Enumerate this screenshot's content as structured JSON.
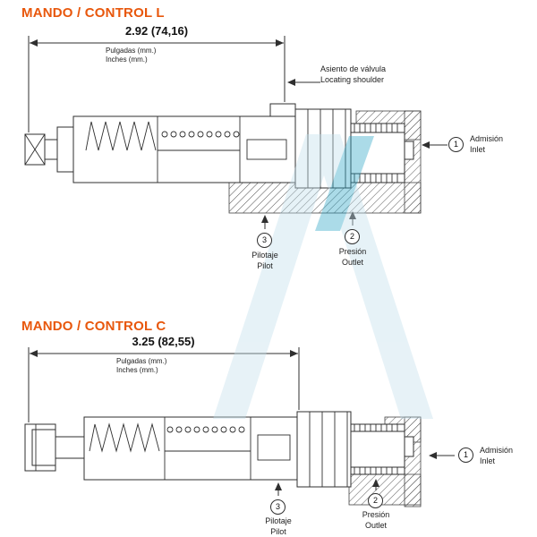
{
  "colors": {
    "title_accent": "#e8570c",
    "line": "#2f2f2f",
    "watermark_light": "#c2dfec",
    "watermark_teal": "#2fa8c8"
  },
  "section_l": {
    "title": "MANDO / CONTROL L",
    "dimension": "2.92 (74,16)",
    "dim_unit_1": "Pulgadas (mm.)",
    "dim_unit_2": "Inches (mm.)",
    "shoulder_line_1": "Asiento de válvula",
    "shoulder_line_2": "Locating shoulder",
    "port_inlet": {
      "num": "1",
      "line_1": "Admisión",
      "line_2": "Inlet"
    },
    "port_pilot": {
      "num": "3",
      "line_1": "Pilotaje",
      "line_2": "Pilot"
    },
    "port_outlet": {
      "num": "2",
      "line_1": "Presión",
      "line_2": "Outlet"
    }
  },
  "section_c": {
    "title": "MANDO / CONTROL C",
    "dimension": "3.25 (82,55)",
    "dim_unit_1": "Pulgadas (mm.)",
    "dim_unit_2": "Inches (mm.)",
    "port_inlet": {
      "num": "1",
      "line_1": "Admisión",
      "line_2": "Inlet"
    },
    "port_pilot": {
      "num": "3",
      "line_1": "Pilotaje",
      "line_2": "Pilot"
    },
    "port_outlet": {
      "num": "2",
      "line_1": "Presión",
      "line_2": "Outlet"
    }
  }
}
